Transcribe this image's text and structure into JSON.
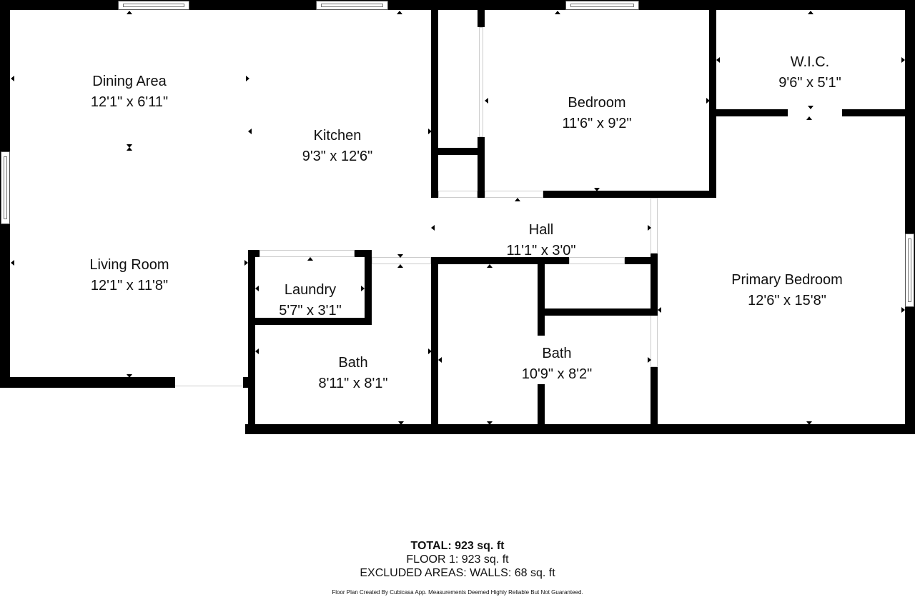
{
  "rooms": [
    {
      "name": "Dining Area",
      "dims": "12'1\" x 6'11\""
    },
    {
      "name": "Kitchen",
      "dims": "9'3\" x 12'6\""
    },
    {
      "name": "Bedroom",
      "dims": "11'6\" x 9'2\""
    },
    {
      "name": "W.I.C.",
      "dims": "9'6\" x 5'1\""
    },
    {
      "name": "Hall",
      "dims": "11'1\" x 3'0\""
    },
    {
      "name": "Living Room",
      "dims": "12'1\" x 11'8\""
    },
    {
      "name": "Laundry",
      "dims": "5'7\" x 3'1\""
    },
    {
      "name": "Bath",
      "dims": "8'11\" x 8'1\""
    },
    {
      "name": "Bath",
      "dims": "10'9\" x 8'2\""
    },
    {
      "name": "Primary Bedroom",
      "dims": "12'6\" x 15'8\""
    }
  ],
  "summary": {
    "total": "TOTAL: 923 sq. ft",
    "floor1": "FLOOR 1: 923 sq. ft",
    "excluded": "EXCLUDED AREAS: WALLS: 68 sq. ft",
    "disclaimer": "Floor Plan Created By Cubicasa App. Measurements Deemed Highly Reliable But Not Guaranteed."
  }
}
